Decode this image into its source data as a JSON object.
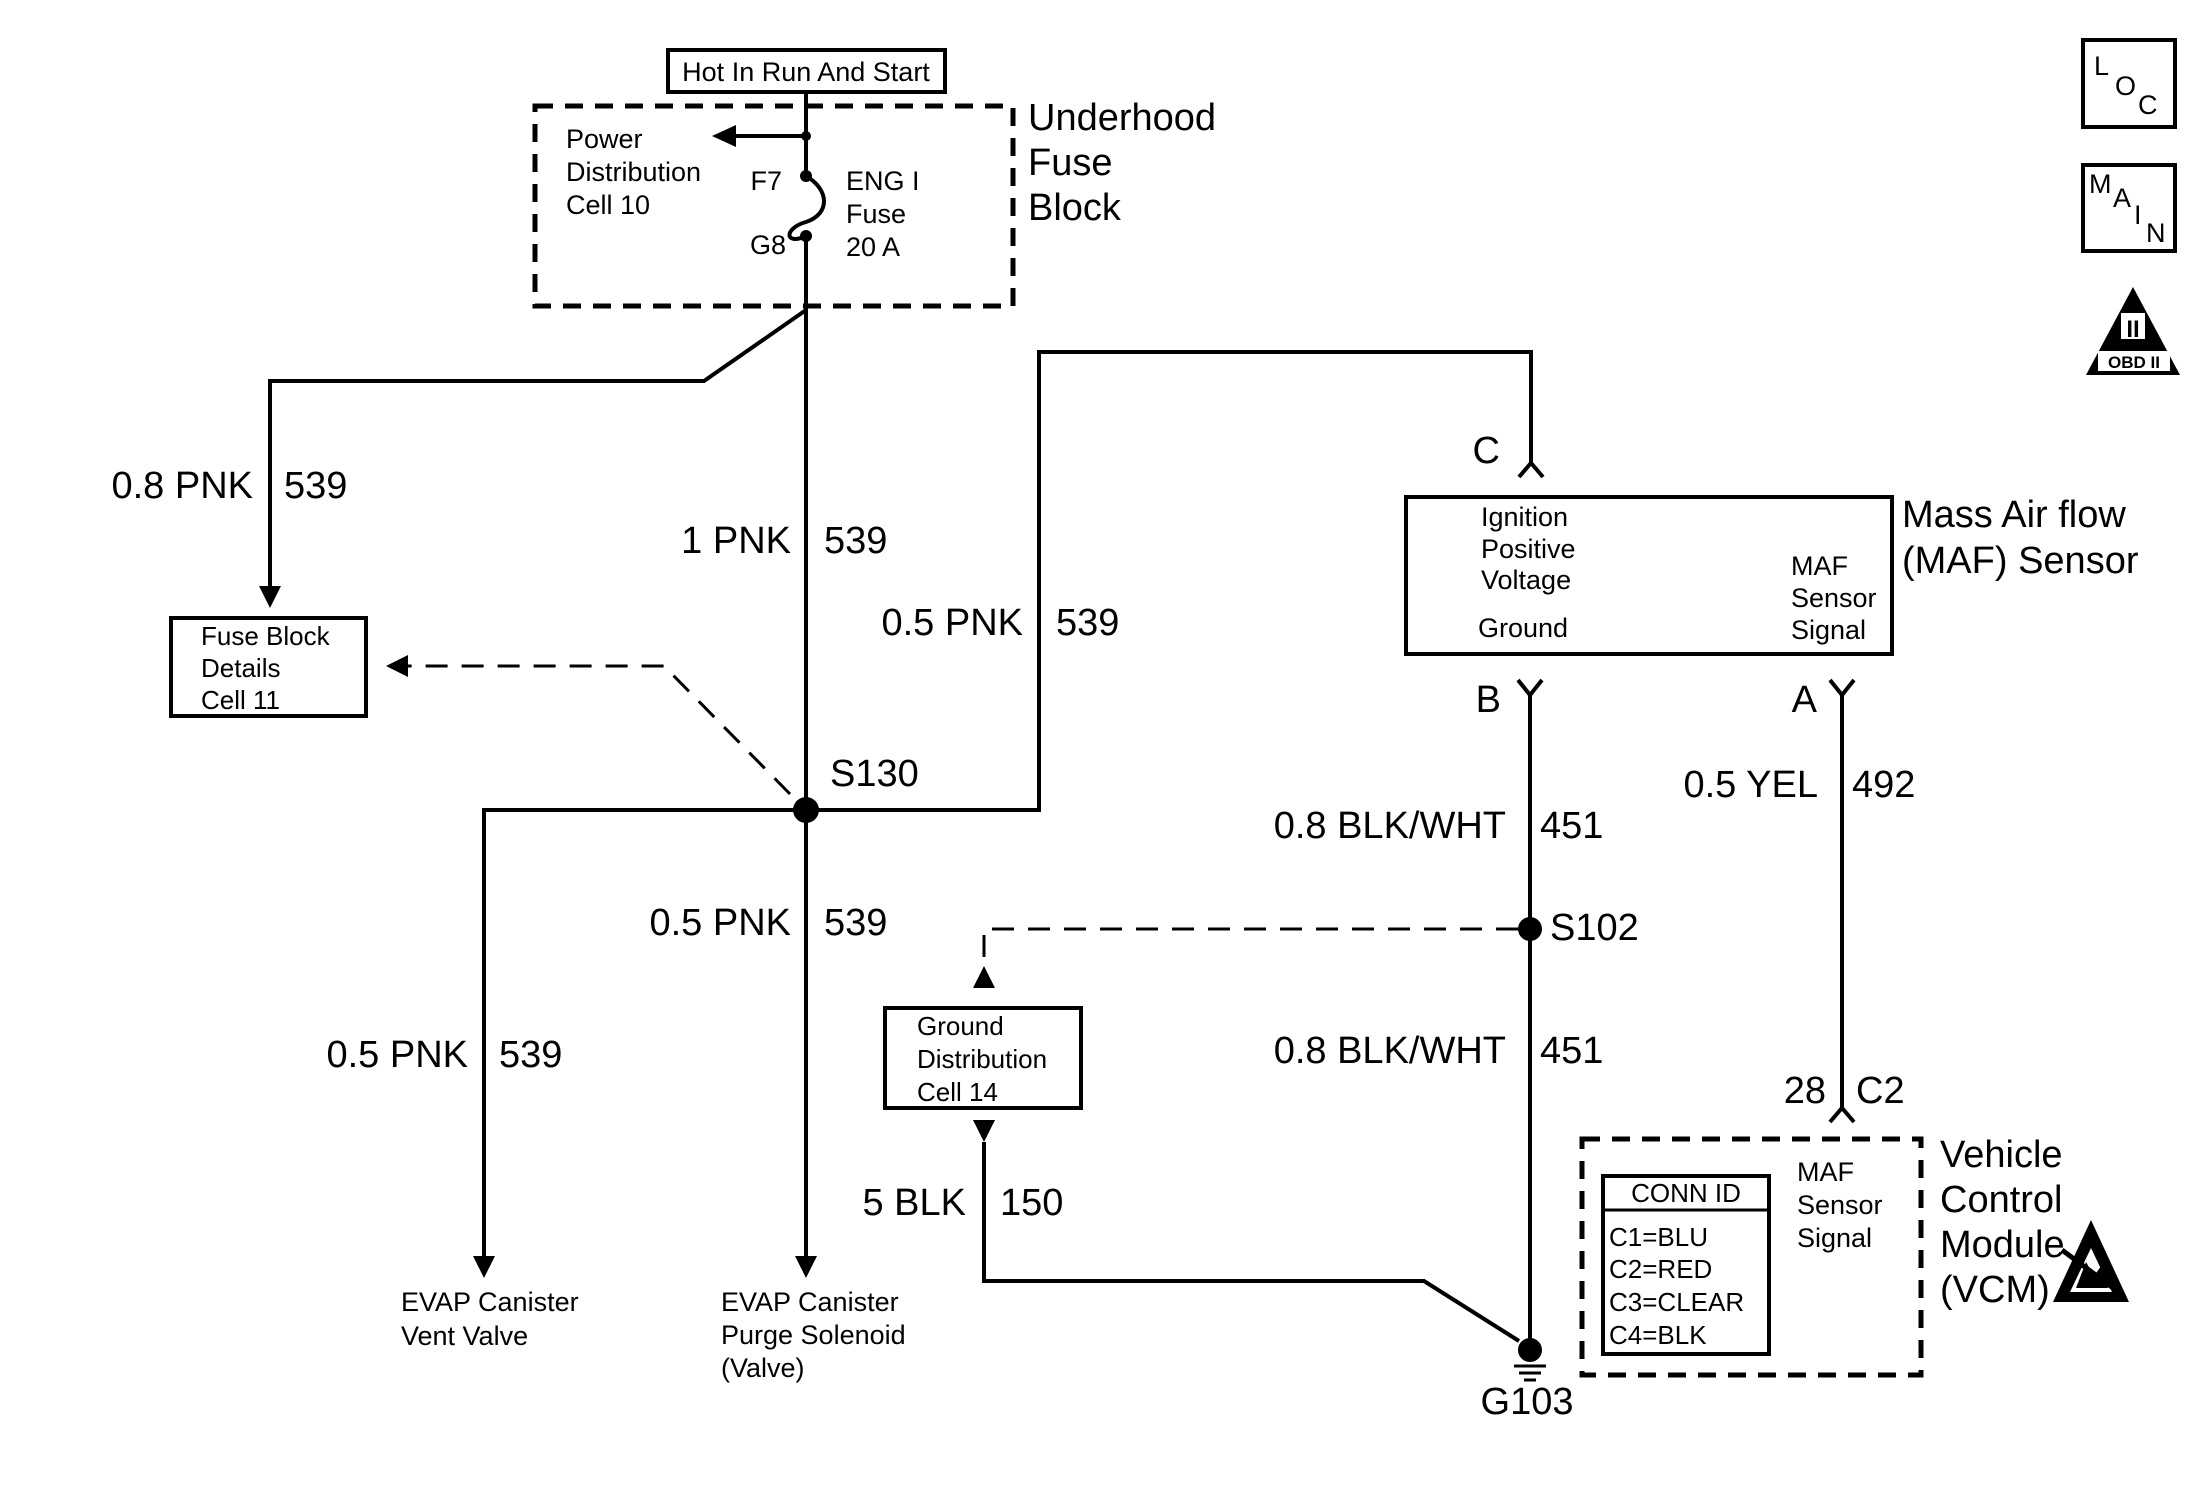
{
  "power": {
    "hot_label": "Hot In Run And Start",
    "fuse_block_name": [
      "Underhood",
      "Fuse",
      "Block"
    ],
    "power_dist": [
      "Power",
      "Distribution",
      "Cell 10"
    ],
    "terminal_top": "F7",
    "terminal_bottom": "G8",
    "fuse_desc": [
      "ENG I",
      "Fuse",
      "20 A"
    ]
  },
  "nav_icons": {
    "loc": [
      "L",
      "O",
      "C"
    ],
    "main": [
      "M",
      "A",
      "I",
      "N"
    ],
    "obd_numeral": "II",
    "obd_label": "OBD II"
  },
  "wires": {
    "left_feed": {
      "gauge_color": "0.8 PNK",
      "circuit": "539"
    },
    "main_feed": {
      "gauge_color": "1 PNK",
      "circuit": "539"
    },
    "maf_feed": {
      "gauge_color": "0.5 PNK",
      "circuit": "539"
    },
    "purge": {
      "gauge_color": "0.5 PNK",
      "circuit": "539"
    },
    "vent": {
      "gauge_color": "0.5 PNK",
      "circuit": "539"
    },
    "ground_upper": {
      "gauge_color": "0.8 BLK/WHT",
      "circuit": "451"
    },
    "ground_lower": {
      "gauge_color": "0.8 BLK/WHT",
      "circuit": "451"
    },
    "signal": {
      "gauge_color": "0.5 YEL",
      "circuit": "492"
    },
    "ground_dist": {
      "gauge_color": "5 BLK",
      "circuit": "150"
    }
  },
  "fuse_block_details": [
    "Fuse Block",
    "Details",
    "Cell 11"
  ],
  "ground_distribution": [
    "Ground",
    "Distribution",
    "Cell 14"
  ],
  "splices": {
    "s130": "S130",
    "s102": "S102"
  },
  "ground_point": "G103",
  "maf_sensor": {
    "name": [
      "Mass Air flow",
      "(MAF) Sensor"
    ],
    "pin_c": "C",
    "pin_b": "B",
    "pin_a": "A",
    "ignition": [
      "Ignition",
      "Positive",
      "Voltage"
    ],
    "ground": "Ground",
    "signal": [
      "MAF",
      "Sensor",
      "Signal"
    ]
  },
  "vcm": {
    "name": [
      "Vehicle",
      "Control",
      "Module",
      "(VCM)"
    ],
    "pin": "28",
    "connector": "C2",
    "signal": [
      "MAF",
      "Sensor",
      "Signal"
    ],
    "conn_id_header": "CONN ID",
    "conn_ids": [
      "C1=BLU",
      "C2=RED",
      "C3=CLEAR",
      "C4=BLK"
    ]
  },
  "loads": {
    "vent": [
      "EVAP Canister",
      "Vent Valve"
    ],
    "purge": [
      "EVAP Canister",
      "Purge Solenoid",
      "(Valve)"
    ]
  }
}
